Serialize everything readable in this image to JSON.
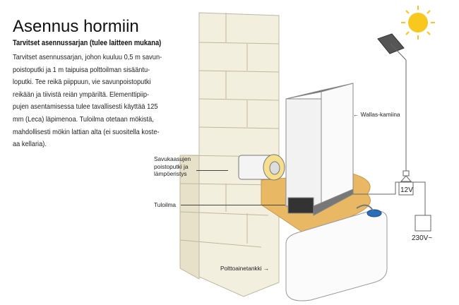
{
  "title": "Asennus hormiin",
  "subtitle": "Tarvitset asennussarjan (tulee laitteen mukana)",
  "body_lines": [
    "Tarvitset asennussarjan, johon kuuluu 0,5 m savun-",
    "poistoputki ja 1 m taipuisa polttoilman sisääntu-",
    "loputki.  Tee reikä piippuun, vie savunpoistoputki",
    "reikään ja tiivistä reiän ympäriltä. Elementtipiip-",
    "pujen asentamisessa tulee tavallisesti käyttää 125",
    "mm (Leca) läpimenoa. Tuloilma otetaan mökistä,",
    "mahdollisesti mökin lattian alta (ei suositella koste-",
    "aa kellaria)."
  ],
  "labels": {
    "heater": "Wallas-kamiina",
    "flue_line1": "Savukaasujen",
    "flue_line2": "poistoputki ja",
    "flue_line3": "lämpöeristys",
    "intake": "Tuloilma",
    "tank": "Polttoainetankki",
    "v12": "12V",
    "v230": "230V~"
  },
  "colors": {
    "floor": "#e8b865",
    "brick": "#f2efdf",
    "sun": "#f7c81e"
  }
}
